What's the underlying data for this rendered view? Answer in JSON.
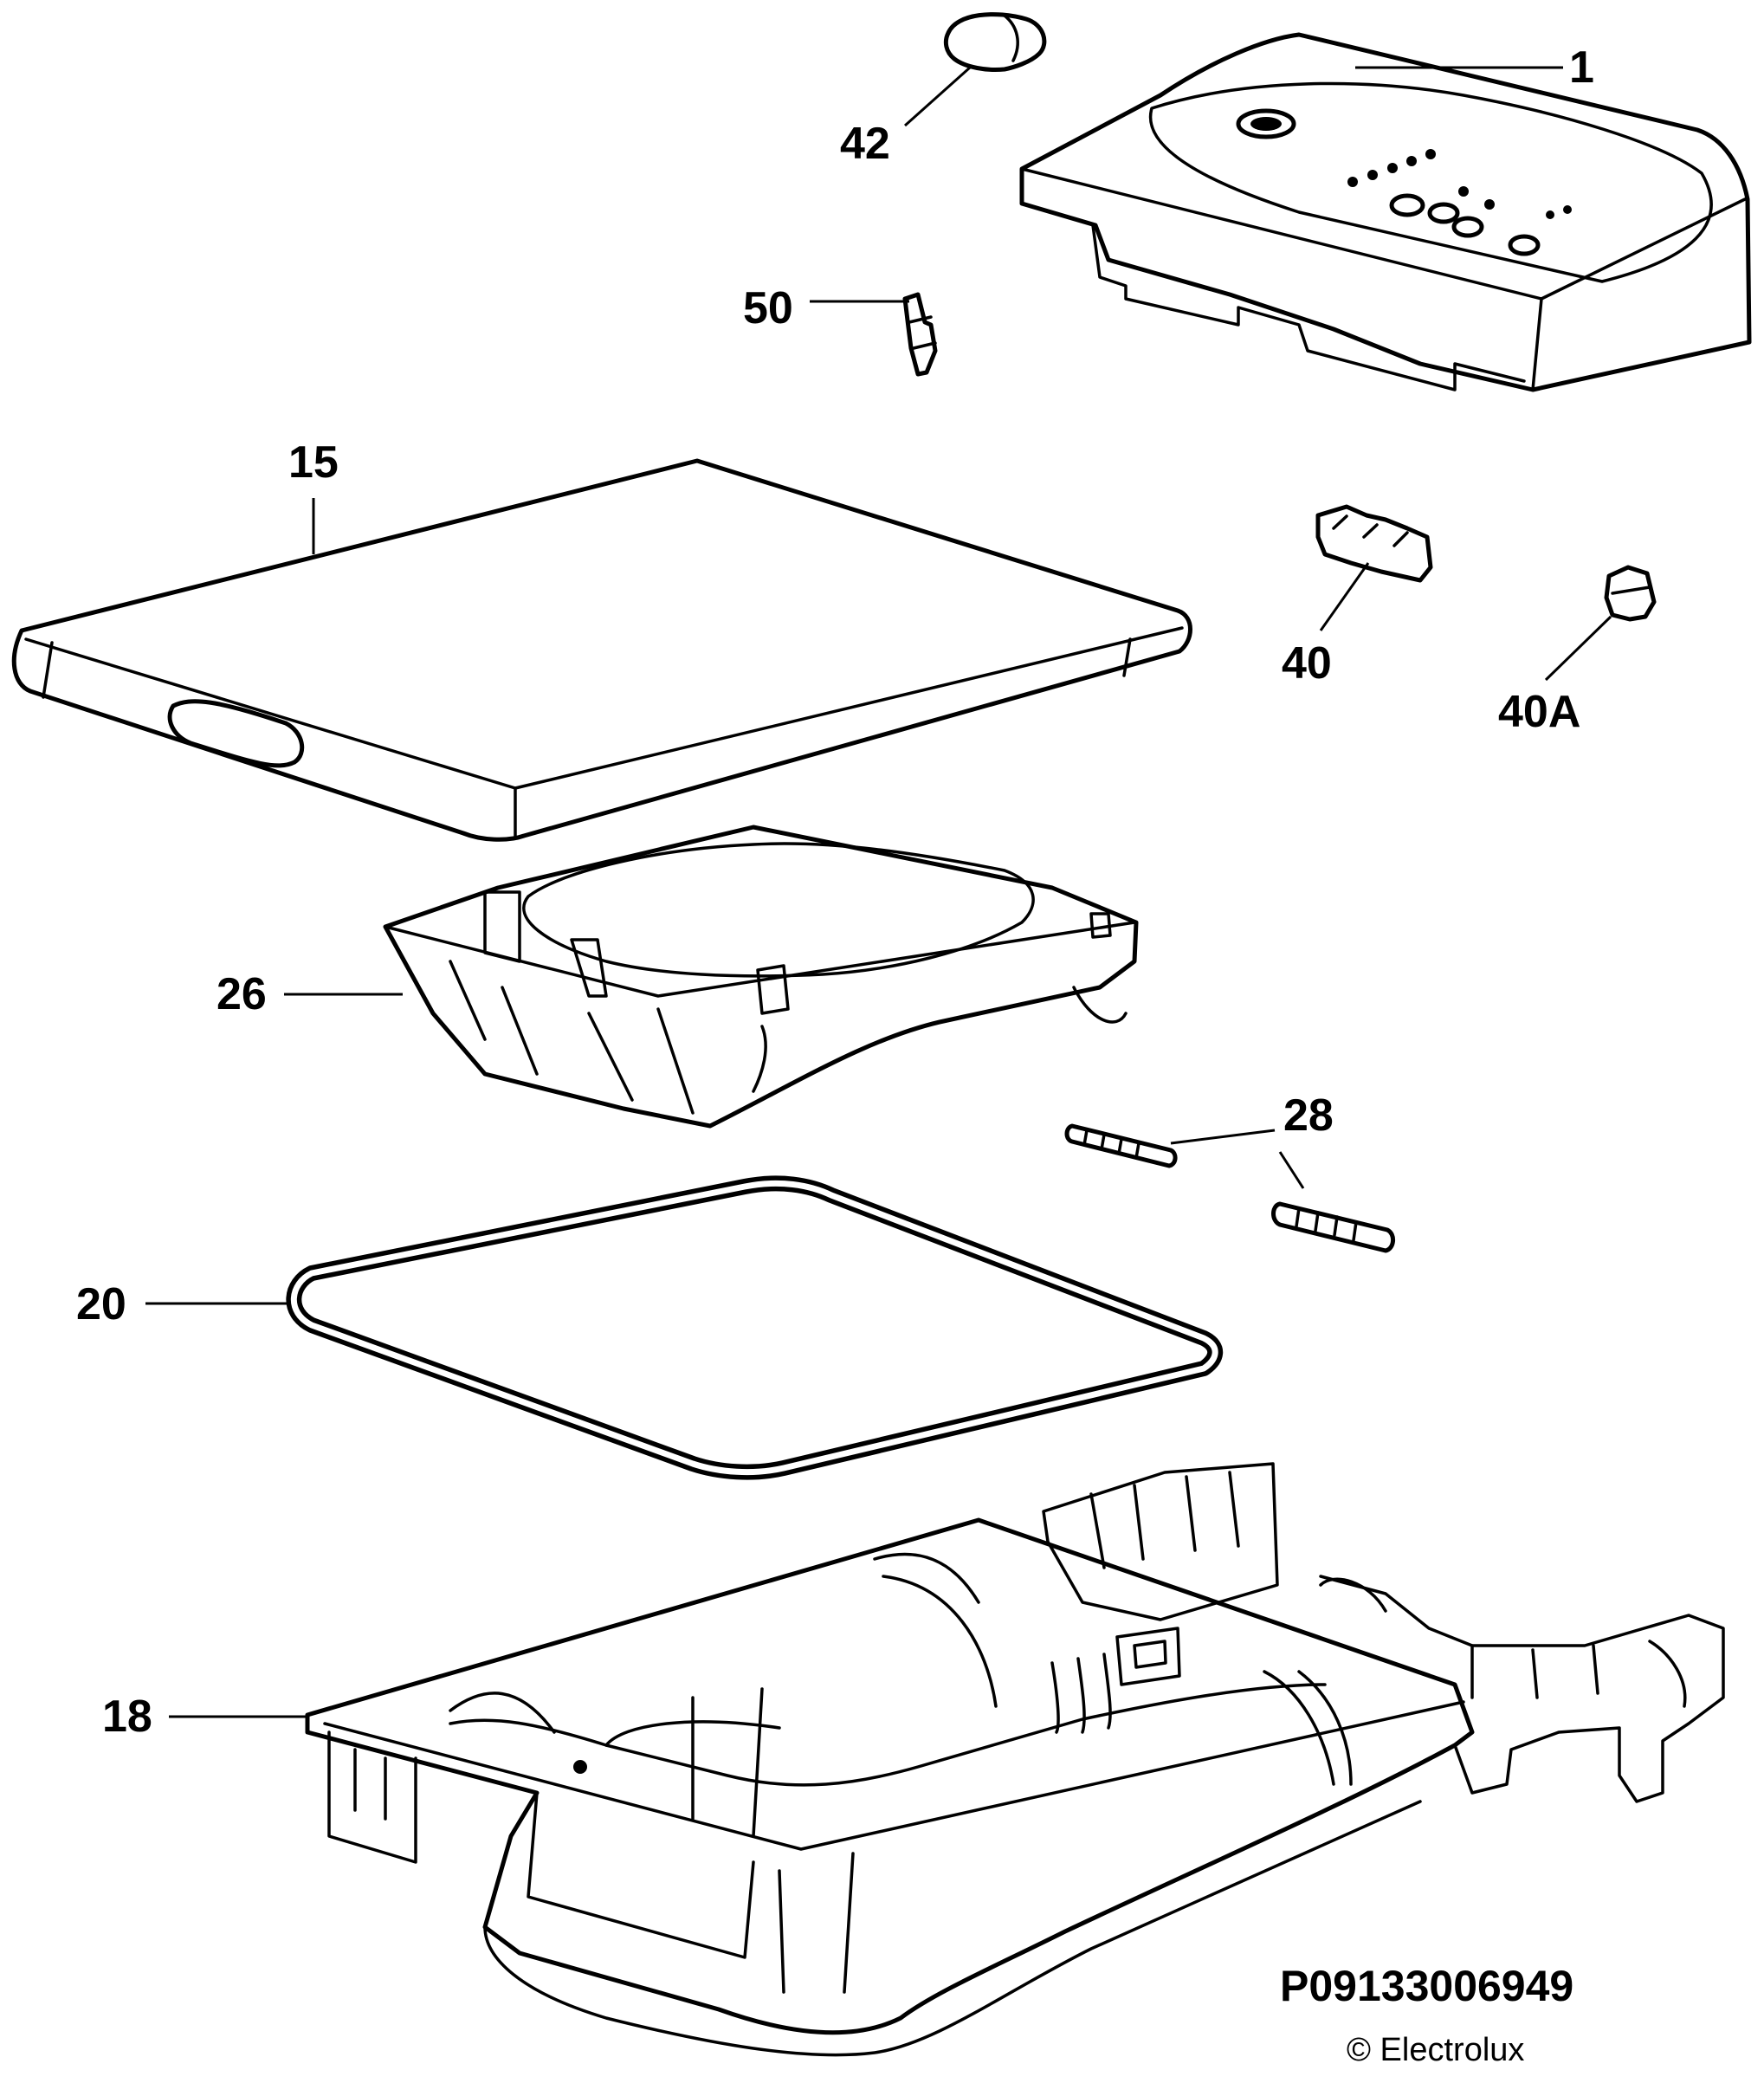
{
  "diagram": {
    "callouts": [
      {
        "id": "1",
        "text": "1"
      },
      {
        "id": "42",
        "text": "42"
      },
      {
        "id": "50",
        "text": "50"
      },
      {
        "id": "15",
        "text": "15"
      },
      {
        "id": "40",
        "text": "40"
      },
      {
        "id": "40A",
        "text": "40A"
      },
      {
        "id": "26",
        "text": "26"
      },
      {
        "id": "28",
        "text": "28"
      },
      {
        "id": "20",
        "text": "20"
      },
      {
        "id": "18",
        "text": "18"
      }
    ],
    "drawing_code": "P09133006949",
    "copyright": "© Electrolux"
  }
}
